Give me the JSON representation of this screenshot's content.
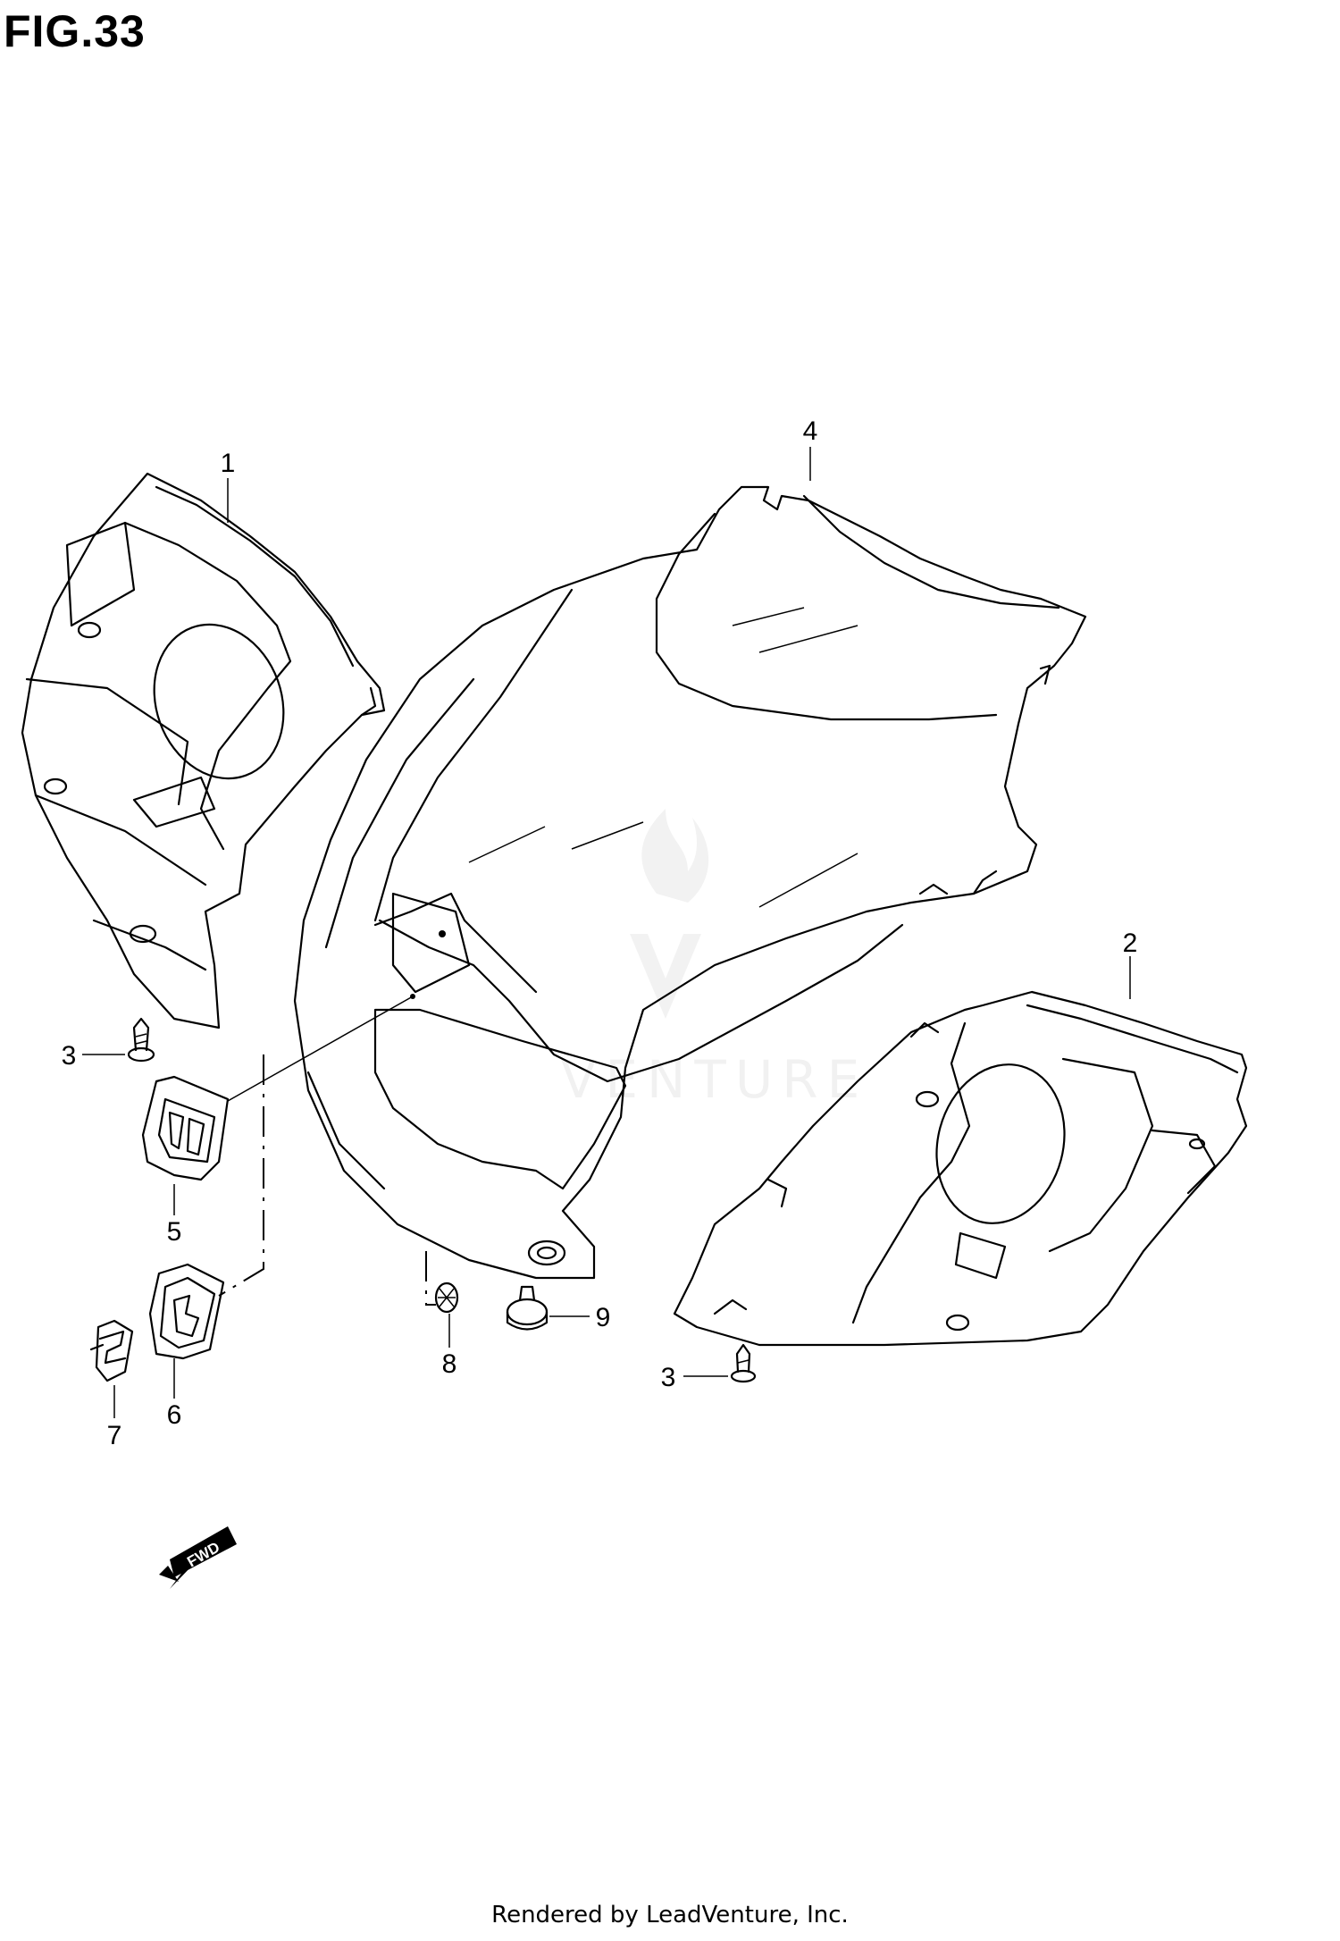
{
  "figure": {
    "title": "FIG.33"
  },
  "callouts": [
    {
      "id": "part-1",
      "label": "1"
    },
    {
      "id": "part-2",
      "label": "2"
    },
    {
      "id": "part-3a",
      "label": "3"
    },
    {
      "id": "part-3b",
      "label": "3"
    },
    {
      "id": "part-4",
      "label": "4"
    },
    {
      "id": "part-5",
      "label": "5"
    },
    {
      "id": "part-6",
      "label": "6"
    },
    {
      "id": "part-7",
      "label": "7"
    },
    {
      "id": "part-8",
      "label": "8"
    },
    {
      "id": "part-9",
      "label": "9"
    }
  ],
  "direction_marker": {
    "label": "FWD"
  },
  "watermark": {
    "text": "VENTURE"
  },
  "footer": {
    "credit": "Rendered by LeadVenture, Inc."
  }
}
